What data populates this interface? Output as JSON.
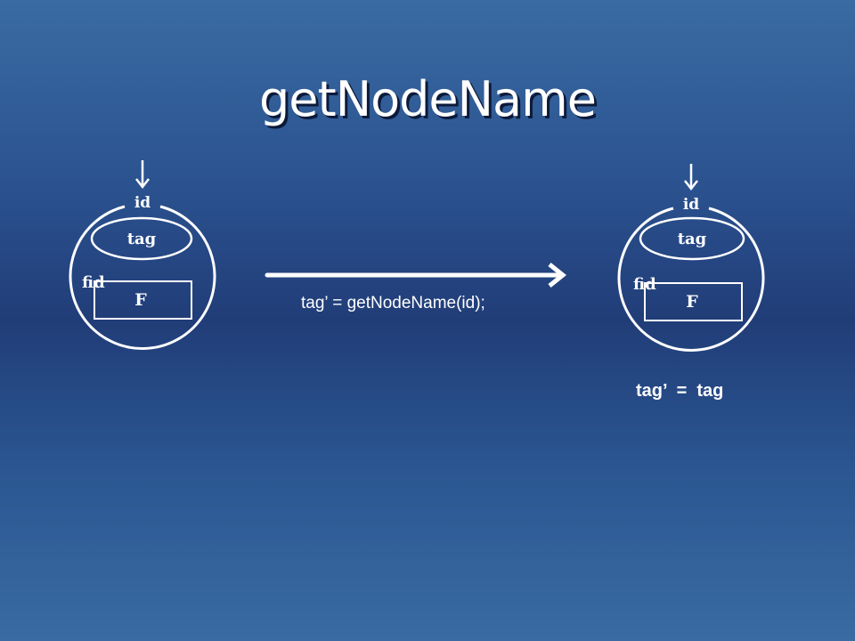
{
  "slide": {
    "title": "getNodeName",
    "caption": "tag’ = getNodeName(id);",
    "result": "tag’  =  tag"
  },
  "node_left": {
    "id_label": "id",
    "tag_label": "tag",
    "fid_label": "fid",
    "f_label": "F"
  },
  "node_right": {
    "id_label": "id",
    "tag_label": "tag",
    "fid_label": "fid",
    "f_label": "F"
  },
  "colors": {
    "foreground": "#ffffff",
    "title_shadow": "#0c1a3a"
  }
}
